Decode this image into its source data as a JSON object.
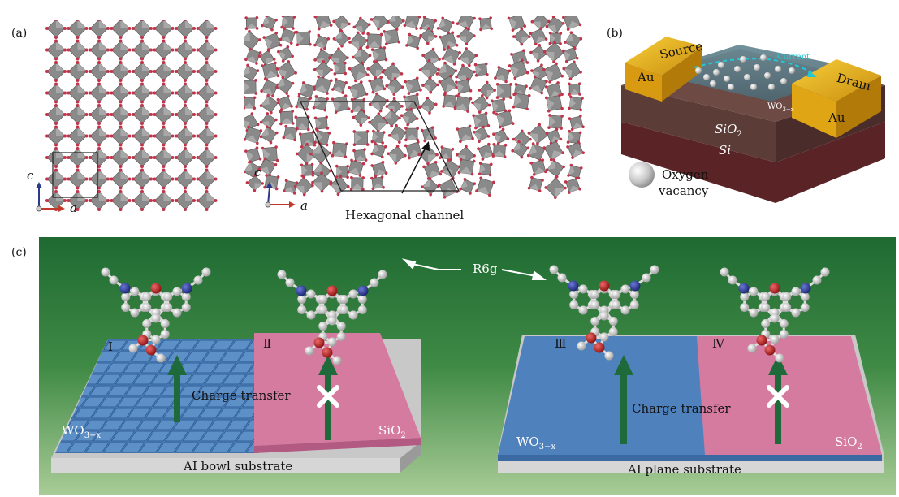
{
  "panels": {
    "a": "(a)",
    "b": "(b)",
    "c": "(c)"
  },
  "panel_a": {
    "left_axis_c": "c",
    "left_axis_a": "a",
    "right_axis_c": "c",
    "right_axis_a": "a",
    "caption": "Hexagonal channel"
  },
  "panel_b": {
    "source": "Source",
    "drain": "Drain",
    "au_left": "Au",
    "au_right": "Au",
    "current": "Current",
    "wo3": "WO",
    "wo3_sub": "3−x",
    "sio2": "SiO",
    "sio2_sub": "2",
    "si": "Si",
    "legend_line1": "Oxygen",
    "legend_line2": "vacancy"
  },
  "panel_c": {
    "r6g": "R6g",
    "roman_1": "Ⅰ",
    "roman_2": "Ⅱ",
    "roman_3": "Ⅲ",
    "roman_4": "Ⅳ",
    "charge_transfer_left": "Charge transfer",
    "charge_transfer_right": "Charge transfer",
    "wo3_left": "WO",
    "wo3_left_sub": "3−x",
    "sio2_left": "SiO",
    "sio2_left_sub": "2",
    "wo3_right": "WO",
    "wo3_right_sub": "3−x",
    "sio2_right": "SiO",
    "sio2_right_sub": "2",
    "substrate_left": "AI bowl substrate",
    "substrate_right": "AI plane substrate"
  },
  "colors": {
    "polyhedra": "#8a8a8a",
    "oxygen_atom": "#c0354a",
    "gold": "#e8b01a",
    "green_bg": "#3f8a45",
    "wo3_blue": "#4f82bd",
    "sio2_pink": "#d67ba0",
    "arrow_green": "#1e6a3a",
    "current_cyan": "#21c9d6"
  }
}
